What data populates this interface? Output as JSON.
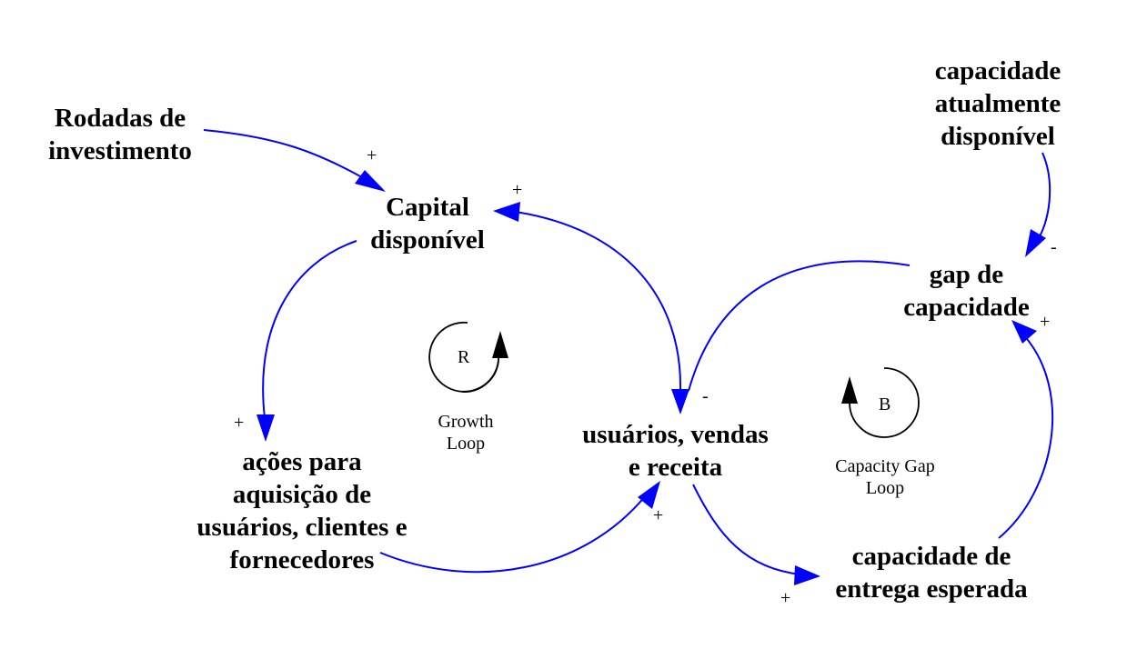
{
  "colors": {
    "link": "#0000ff",
    "text": "#000000",
    "loop_marker": "#000000"
  },
  "nodes": {
    "rodadas": {
      "lines": [
        "Rodadas de",
        "investimento"
      ]
    },
    "capital": {
      "lines": [
        "Capital",
        "disponível"
      ]
    },
    "capacidade_atual": {
      "lines": [
        "capacidade",
        "atualmente",
        "disponível"
      ]
    },
    "gap": {
      "lines": [
        "gap de",
        "capacidade"
      ]
    },
    "acoes": {
      "lines": [
        "ações para",
        "aquisição de",
        "usuários, clientes e",
        "fornecedores"
      ]
    },
    "usuarios": {
      "lines": [
        "usuários, vendas",
        "e receita"
      ]
    },
    "capacidade_entrega": {
      "lines": [
        "capacidade de",
        "entrega esperada"
      ]
    }
  },
  "links": {
    "rodadas_capital": "+",
    "usuarios_capital": "+",
    "capital_acoes": "+",
    "acoes_usuarios": "+",
    "gap_usuarios": "-",
    "usuarios_entrega": "+",
    "entrega_gap": "+",
    "atual_gap": "-"
  },
  "loops": {
    "growth": {
      "letter": "R",
      "label": [
        "Growth",
        "Loop"
      ]
    },
    "capacity": {
      "letter": "B",
      "label": [
        "Capacity Gap",
        "Loop"
      ]
    }
  }
}
